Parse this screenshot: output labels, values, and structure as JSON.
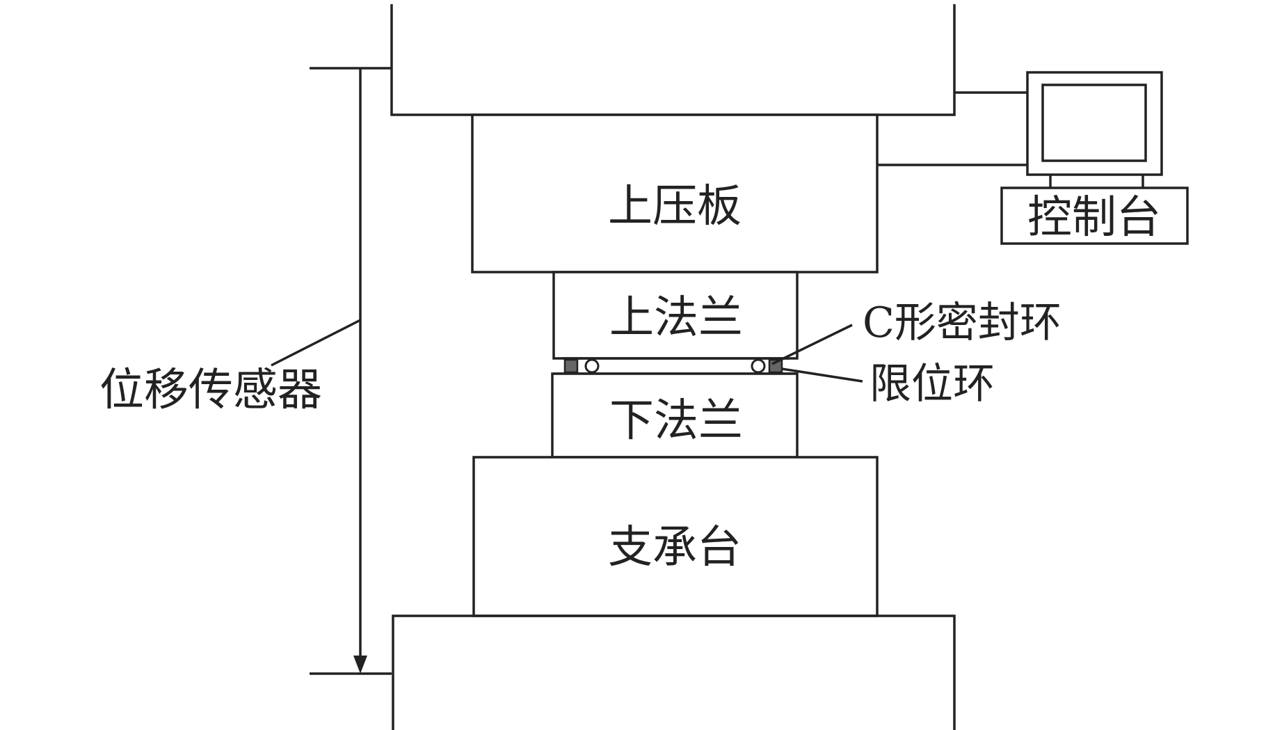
{
  "labels": {
    "upper_platen": "上压板",
    "upper_flange": "上法兰",
    "lower_flange": "下法兰",
    "support_table": "支承台",
    "console": "控制台",
    "c_seal_ring": "C形密封环",
    "limit_ring": "限位环",
    "displacement_sensor": "位移传感器"
  }
}
